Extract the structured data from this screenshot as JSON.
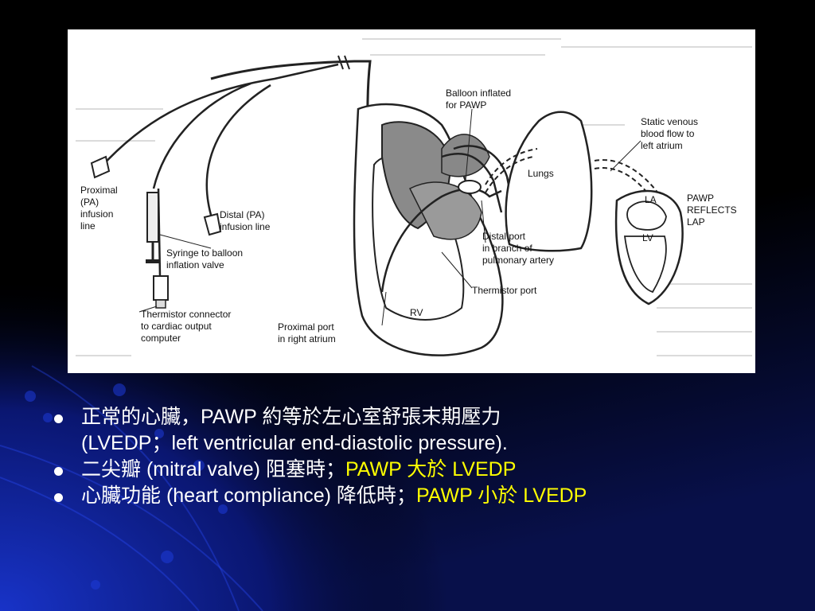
{
  "figure": {
    "labels": {
      "balloon": [
        "Balloon inflated",
        "for PAWP"
      ],
      "static_flow": [
        "Static venous",
        "blood flow to",
        "left atrium"
      ],
      "lungs": "Lungs",
      "la": "LA",
      "lv": "LV",
      "pawp_reflects": [
        "PAWP",
        "REFLECTS",
        "LAP"
      ],
      "proximal_pa": [
        "Proximal",
        "(PA)",
        "infusion",
        "line"
      ],
      "distal_pa": [
        "Distal (PA)",
        "infusion line"
      ],
      "syringe": [
        "Syringe to balloon",
        "inflation valve"
      ],
      "distal_port": [
        "Distal port",
        "in branch of",
        "pulmonary artery"
      ],
      "thermistor_port": "Thermistor port",
      "rv": "RV",
      "thermistor_connector": [
        "Thermistor connector",
        "to cardiac output",
        "computer"
      ],
      "proximal_port": [
        "Proximal port",
        "in right atrium"
      ]
    }
  },
  "bullets": [
    {
      "line1": "正常的心臟，PAWP 約等於左心室舒張末期壓力",
      "line2": "(LVEDP；left ventricular end-diastolic pressure)."
    },
    {
      "text": "二尖瓣 (mitral valve) 阻塞時；",
      "highlight": "PAWP 大於 LVEDP"
    },
    {
      "text": "心臟功能 (heart compliance) 降低時；",
      "highlight": "PAWP 小於 LVEDP"
    }
  ],
  "colors": {
    "highlight": "#ffff00",
    "text": "#ffffff"
  }
}
